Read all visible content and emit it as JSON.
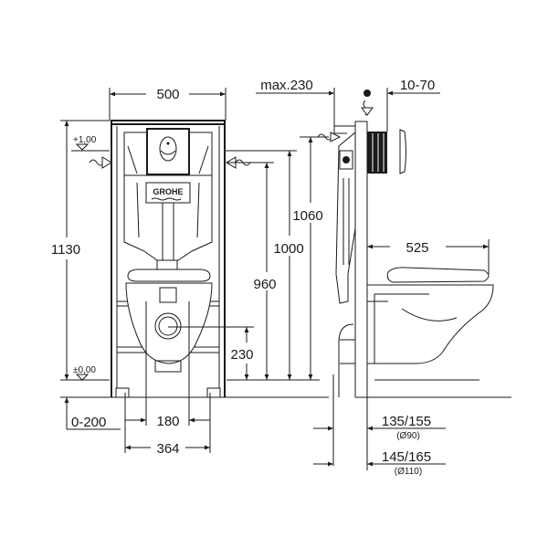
{
  "brand": "GROHE",
  "colors": {
    "line": "#1a1a1a",
    "background": "#ffffff"
  },
  "front_view": {
    "width_label": "500",
    "height_label": "1130",
    "level_top_label": "+1,00",
    "level_zero_label": "±0,00",
    "floor_adjust_label": "0-200",
    "bolt_spacing_label": "180",
    "foot_spacing_label": "364",
    "outlet_height_label": "230",
    "inlet_960_label": "960",
    "height_1000_label": "1000"
  },
  "side_view": {
    "height_1060_label": "1060",
    "max_depth_label": "max.230",
    "plate_depth_label": "10-70",
    "projection_label": "525",
    "pipe_90_label": "135/155",
    "pipe_90_diameter": "(Ø90)",
    "pipe_110_label": "145/165",
    "pipe_110_diameter": "(Ø110)"
  }
}
